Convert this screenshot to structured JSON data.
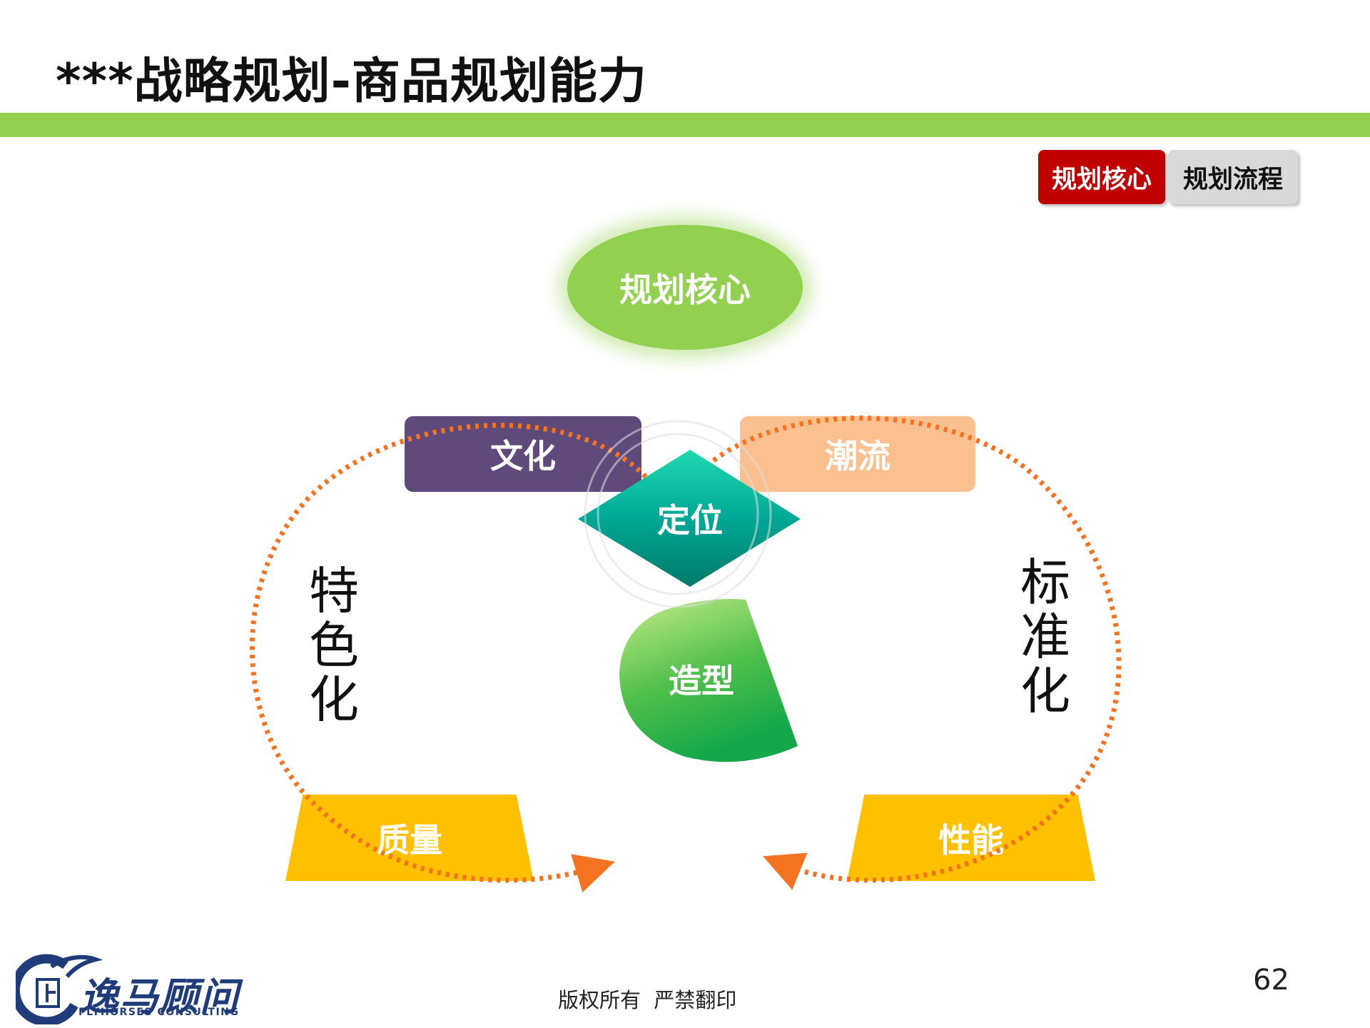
{
  "header": {
    "title": "***战略规划-商品规划能力"
  },
  "tabs": [
    {
      "label": "规划核心",
      "active": true
    },
    {
      "label": "规划流程",
      "active": false
    }
  ],
  "diagram": {
    "core": "规划核心",
    "culture": "文化",
    "trend": "潮流",
    "positioning": "定位",
    "styling": "造型",
    "quality": "质量",
    "performance": "性能",
    "left_label": "特色化",
    "right_label": "标准化"
  },
  "colors": {
    "accent_green": "#92d050",
    "tab_active": "#c00000",
    "culture_purple": "#604a7b",
    "trend_peach": "#fac090",
    "teal_diamond": "#00a896",
    "quality_yellow": "#ffc000",
    "arrow_orange": "#f47321"
  },
  "footer": {
    "logo_cn": "逸马顾问",
    "logo_en": "FLYHORSES CONSULTING",
    "copyright": "版权所有  严禁翻印",
    "page_number": "62"
  }
}
